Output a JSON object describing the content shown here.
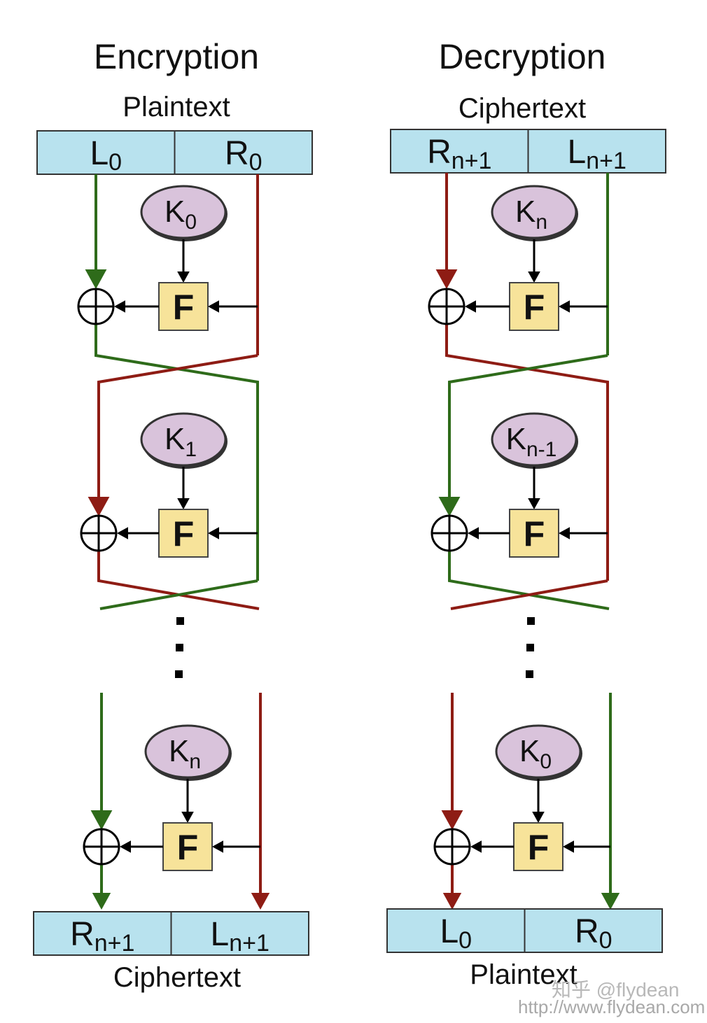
{
  "colors": {
    "green": "#2e6b1a",
    "red": "#8e1c14",
    "block_fill": "#b8e2ee",
    "key_fill": "#d9c3db",
    "f_fill": "#f7e39a",
    "outline": "#333333"
  },
  "encryption": {
    "title": "Encryption",
    "input_label": "Plaintext",
    "input_blocks": [
      {
        "main": "L",
        "sub": "0"
      },
      {
        "main": "R",
        "sub": "0"
      }
    ],
    "rounds": [
      {
        "key_main": "K",
        "key_sub": "1",
        "key_sub_display": "0",
        "f_label": "F",
        "xor_input": "green"
      },
      {
        "key_main": "K",
        "key_sub_display": "1",
        "f_label": "F",
        "xor_input": "red"
      },
      {
        "key_main": "K",
        "key_sub_display": "n",
        "f_label": "F",
        "xor_input": "green"
      }
    ],
    "ellipsis": "⋮",
    "output_blocks": [
      {
        "main": "R",
        "sub": "n+1"
      },
      {
        "main": "L",
        "sub": "n+1"
      }
    ],
    "output_label": "Ciphertext"
  },
  "decryption": {
    "title": "Decryption",
    "input_label": "Ciphertext",
    "input_blocks": [
      {
        "main": "R",
        "sub": "n+1"
      },
      {
        "main": "L",
        "sub": "n+1"
      }
    ],
    "rounds": [
      {
        "key_main": "K",
        "key_sub_display": "n",
        "f_label": "F",
        "xor_input": "red"
      },
      {
        "key_main": "K",
        "key_sub_display": "n-1",
        "f_label": "F",
        "xor_input": "green"
      },
      {
        "key_main": "K",
        "key_sub_display": "0",
        "f_label": "F",
        "xor_input": "red"
      }
    ],
    "ellipsis": "⋮",
    "output_blocks": [
      {
        "main": "L",
        "sub": "0"
      },
      {
        "main": "R",
        "sub": "0"
      }
    ],
    "output_label": "Plaintext"
  },
  "watermark": {
    "line1": "知乎 @flydean",
    "line2": "http://www.flydean.com"
  }
}
